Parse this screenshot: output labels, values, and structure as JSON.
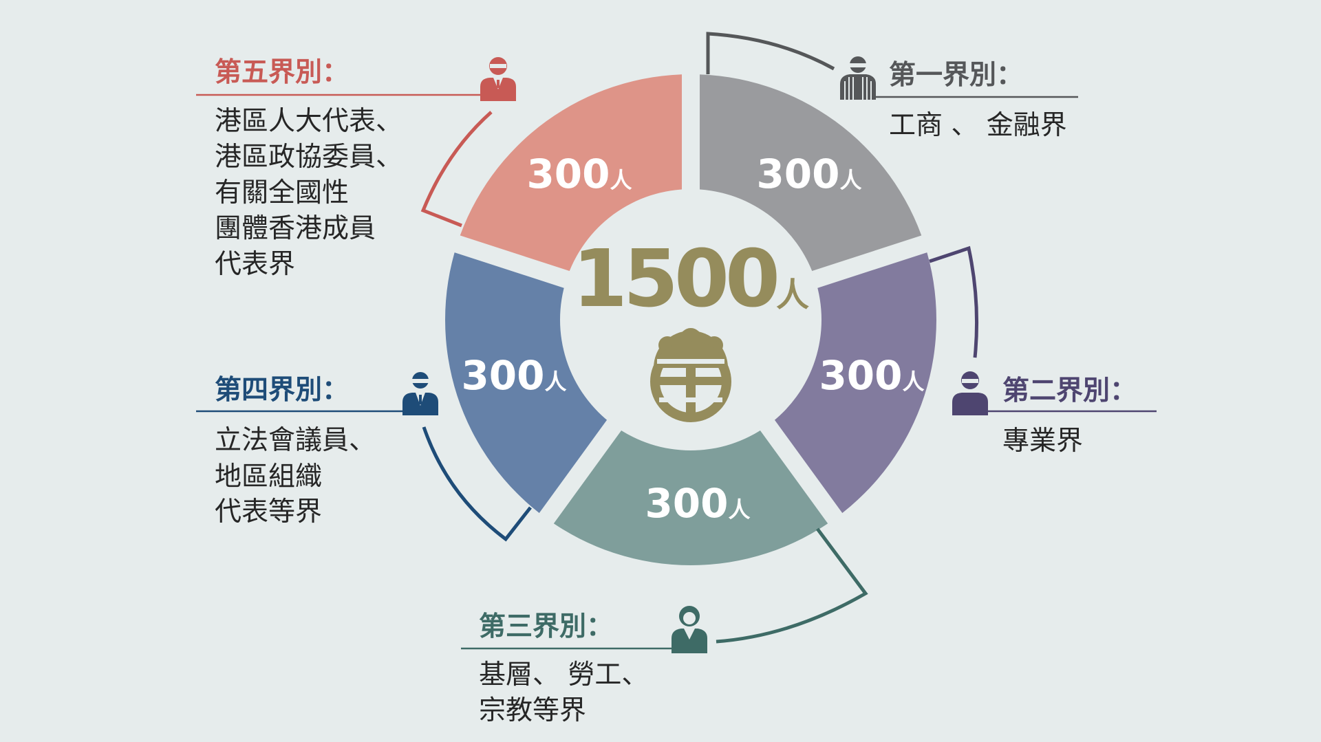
{
  "total": {
    "value": "1500",
    "unit": "人"
  },
  "colors": {
    "background": "#e6ecec",
    "center": "#958c5c",
    "sector1": "#9a9b9e",
    "sector1_dark": "#555759",
    "sector2": "#827b9e",
    "sector2_dark": "#4e4570",
    "sector3": "#7f9e9b",
    "sector3_dark": "#3e6b66",
    "sector4": "#6581a8",
    "sector4_dark": "#1e4c78",
    "sector5": "#de9488",
    "sector5_dark": "#c85a55"
  },
  "sectors": [
    {
      "count": "300",
      "unit": "人",
      "title": "第一界別：",
      "lines": [
        "工商 、 金融界"
      ],
      "icon": "businessman-icon"
    },
    {
      "count": "300",
      "unit": "人",
      "title": "第二界別：",
      "lines": [
        "專業界"
      ],
      "icon": "professional-icon"
    },
    {
      "count": "300",
      "unit": "人",
      "title": "第三界別：",
      "lines": [
        "基層、 勞工、",
        "宗教等界"
      ],
      "icon": "worker-icon"
    },
    {
      "count": "300",
      "unit": "人",
      "title": "第四界別：",
      "lines": [
        "立法會議員、",
        "地區組織",
        "代表等界"
      ],
      "icon": "legislator-icon"
    },
    {
      "count": "300",
      "unit": "人",
      "title": "第五界別：",
      "lines": [
        "港區人大代表、",
        "港區政協委員、",
        "有關全國性",
        "團體香港成員",
        "代表界"
      ],
      "icon": "delegate-icon"
    }
  ]
}
